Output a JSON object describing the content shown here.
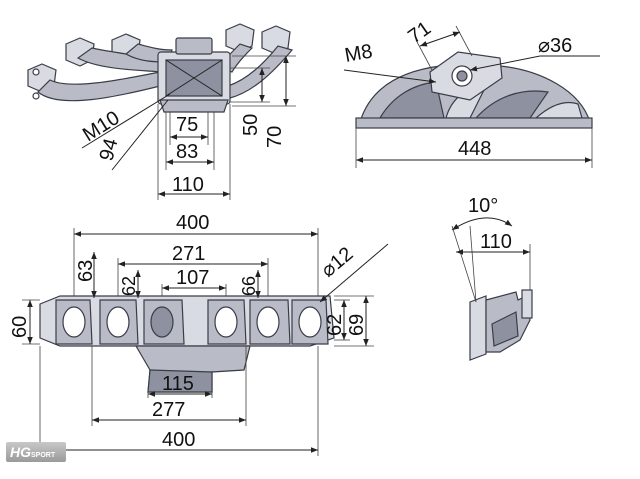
{
  "top_view": {
    "thread_label": "M10",
    "dims": [
      "75",
      "83",
      "110",
      "94",
      "50",
      "70"
    ]
  },
  "side_view": {
    "thread_label": "M8",
    "dims": [
      "71",
      "⌀36",
      "448"
    ]
  },
  "front_view": {
    "dims": [
      "400",
      "271",
      "107",
      "63",
      "62",
      "66",
      "⌀12",
      "60",
      "62",
      "69",
      "115",
      "277",
      "400"
    ]
  },
  "end_view": {
    "angle": "10°",
    "dims": [
      "110"
    ]
  },
  "logo": {
    "main": "HG",
    "sub": "SPORT"
  }
}
